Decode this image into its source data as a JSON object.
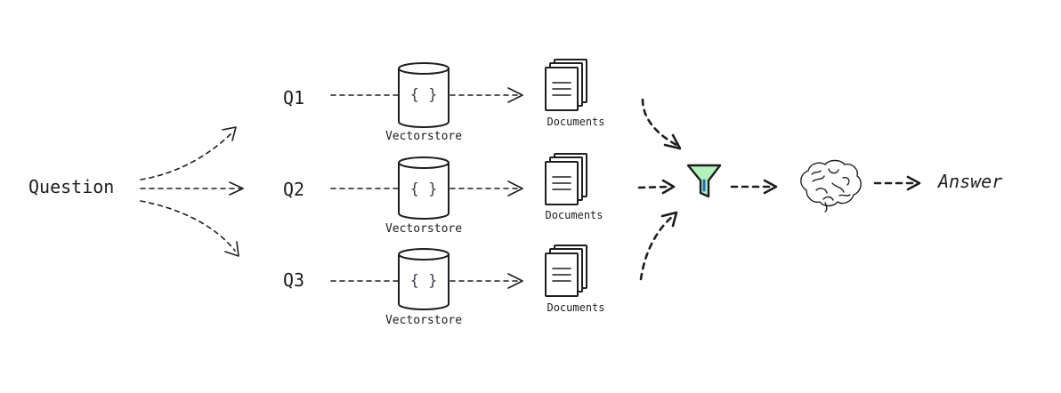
{
  "question_label": "Question",
  "queries": [
    {
      "label": "Q1",
      "store_label": "Vectorstore",
      "store_glyph": "{ }",
      "docs_label": "Documents"
    },
    {
      "label": "Q2",
      "store_label": "Vectorstore",
      "store_glyph": "{ }",
      "docs_label": "Documents"
    },
    {
      "label": "Q3",
      "store_label": "Vectorstore",
      "store_glyph": "{ }",
      "docs_label": "Documents"
    }
  ],
  "filter_icon": "filter-funnel-icon",
  "brain_icon": "brain-icon",
  "answer_label": "Answer",
  "colors": {
    "ink": "#1e1e1e",
    "filter_fill": "#b2f2bb",
    "filter_stem": "#1971c2"
  }
}
